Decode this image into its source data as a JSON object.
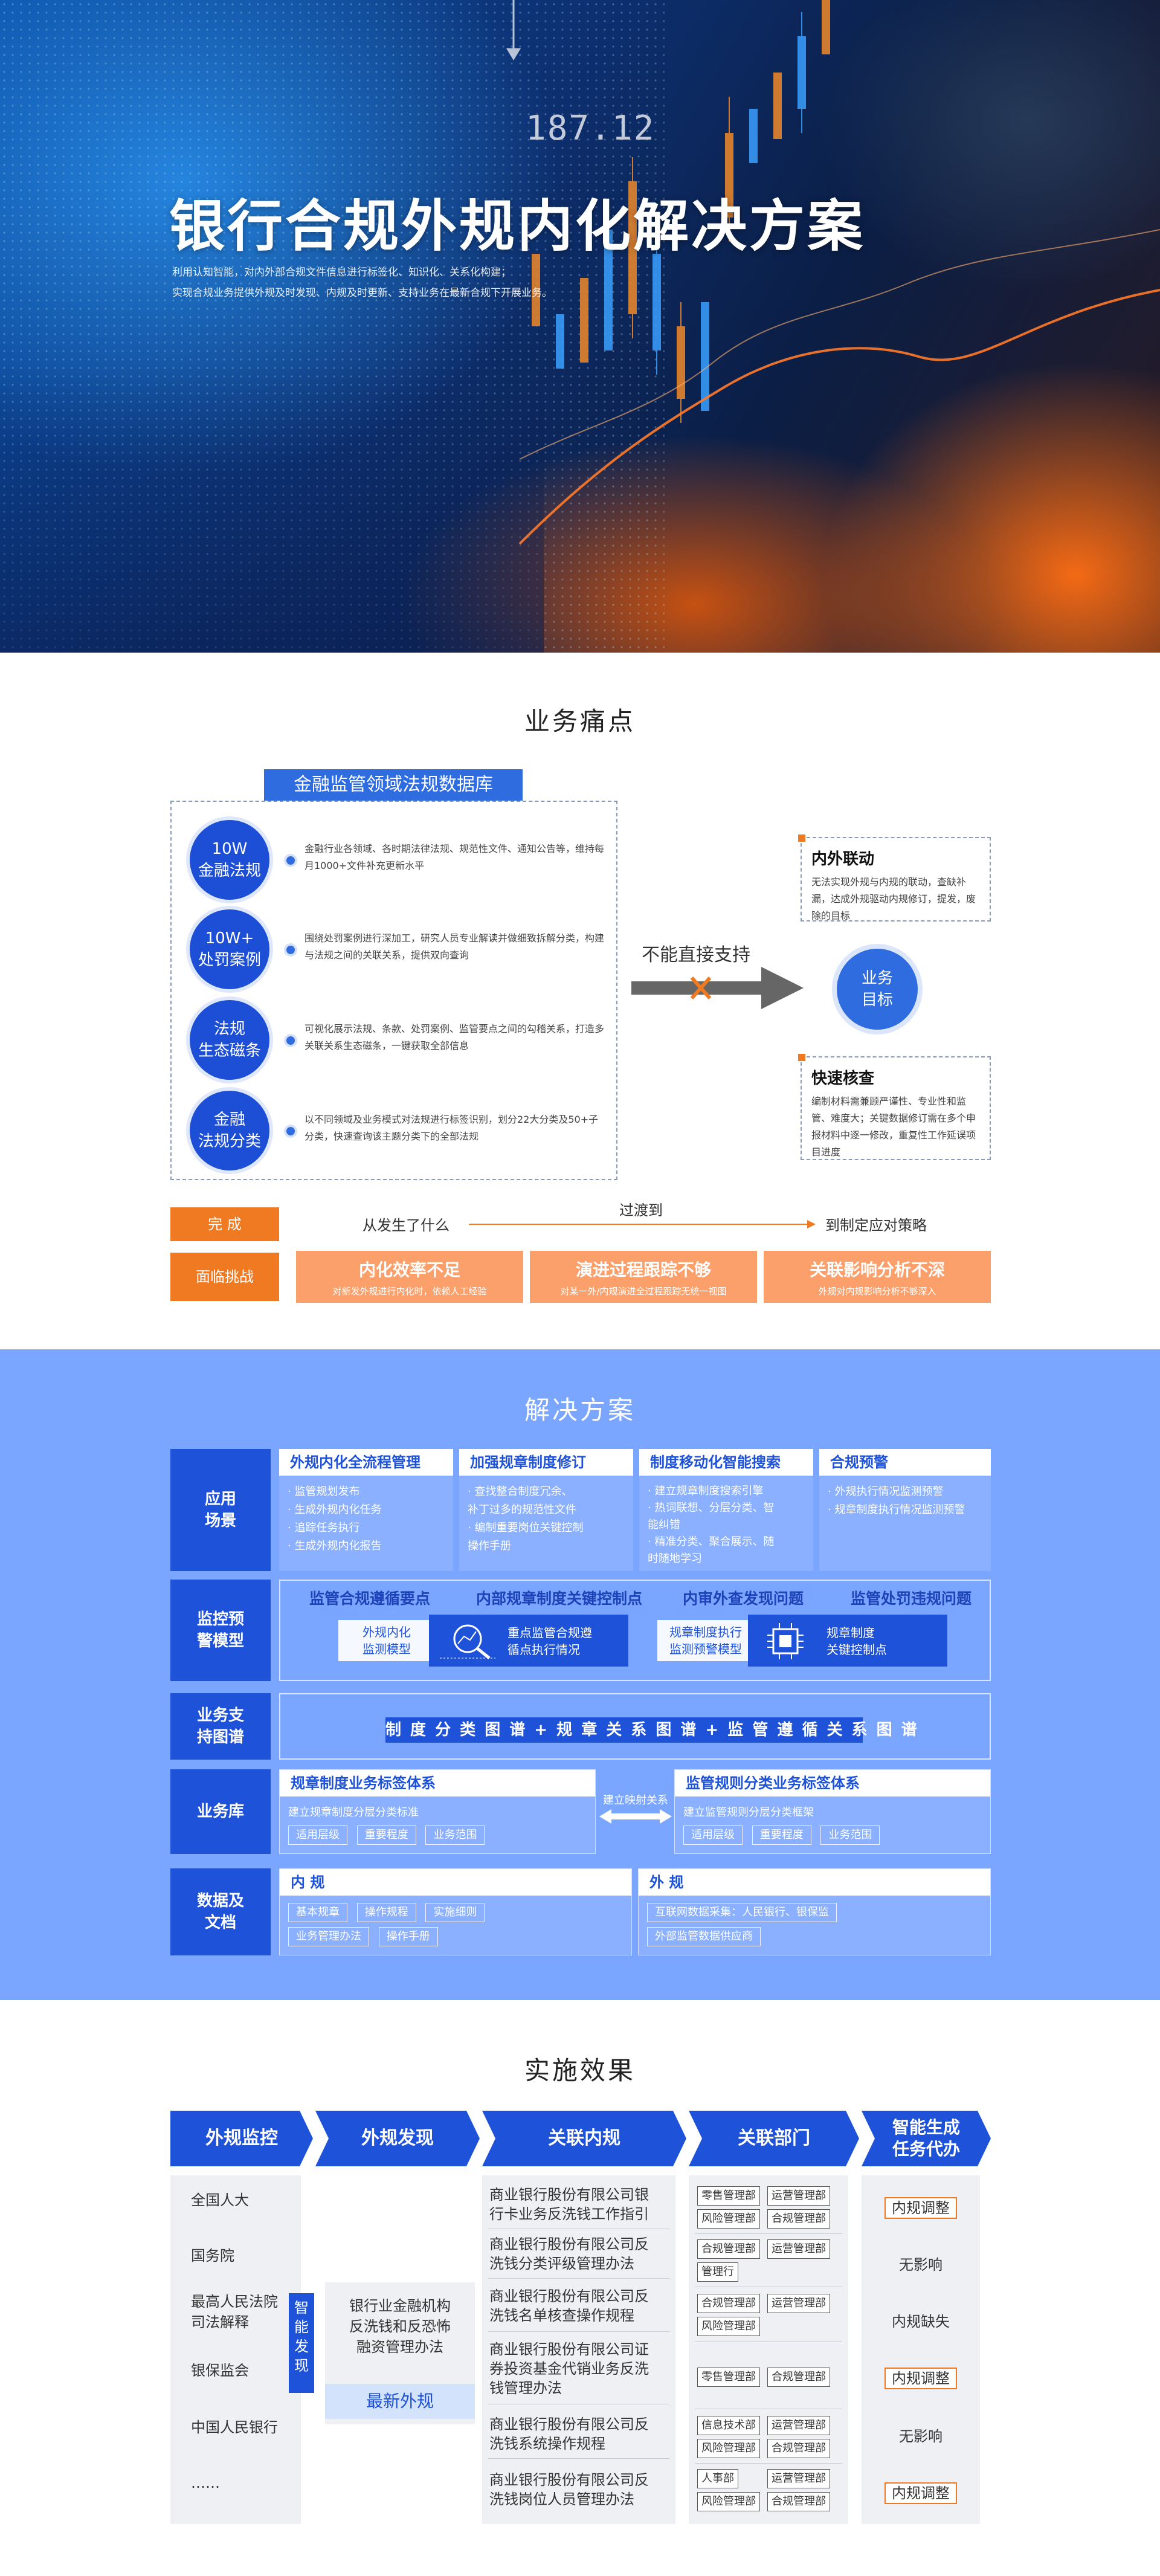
{
  "hero": {
    "price": "187.12",
    "title": "银行合规外规内化解决方案",
    "sub1": "利用认知智能，对内外部合规文件信息进行标签化、知识化、关系化构建；",
    "sub2": "实现合规业务提供外规及时发现、内规及时更新、支持业务在最新合规下开展业务。"
  },
  "pain": {
    "title": "业务痛点",
    "db_title": "金融监管领域法规数据库",
    "rows": [
      {
        "l1": "10W",
        "l2": "金融法规",
        "text": "金融行业各领域、各时期法律法规、规范性文件、通知公告等，维持每月1000+文件补充更新水平"
      },
      {
        "l1": "10W+",
        "l2": "处罚案例",
        "text": "围绕处罚案例进行深加工，研究人员专业解读并做细致拆解分类，构建与法规之间的关联关系，提供双向查询"
      },
      {
        "l1": "法规",
        "l2": "生态磁条",
        "text": "可视化展示法规、条款、处罚案例、监管要点之间的勾稽关系，打造多关联关系生态磁条，一键获取全部信息"
      },
      {
        "l1": "金融",
        "l2": "法规分类",
        "text": "以不同领域及业务模式对法规进行标签识别，划分22大分类及50+子分类，快速查询该主题分类下的全部法规"
      }
    ],
    "arrow_label": "不能直接支持",
    "goal": {
      "l1": "业务",
      "l2": "目标"
    },
    "side1": {
      "title": "内外联动",
      "text": "无法实现外规与内规的联动，查缺补漏，达成外规驱动内规修订，提发，废除的目标"
    },
    "side2": {
      "title": "快速核查",
      "text": "编制材料需兼顾严谨性、专业性和监管、难度大；关键数据修订需在多个申报材料中逐一修改，重复性工作延误项目进度"
    },
    "done_tag": "完 成",
    "from_text": "从发生了什么",
    "transit_text": "过渡到",
    "to_text": "到制定应对策略",
    "face_tag": "面临挑战",
    "challenges": [
      {
        "title": "内化效率不足",
        "sub": "对新发外规进行内化时，依赖人工经验"
      },
      {
        "title": "演进过程跟踪不够",
        "sub": "对某一外/内规演进全过程跟踪无统一视图"
      },
      {
        "title": "关联影响分析不深",
        "sub": "外规对内规影响分析不够深入"
      }
    ]
  },
  "solution": {
    "title": "解决方案",
    "labels": {
      "scene": "应用\n场景",
      "monitor": "监控预\n警模型",
      "graph": "业务支\n持图谱",
      "lib": "业务库",
      "docs": "数据及\n文档"
    },
    "scene_cards": [
      {
        "head": "外规内化全流程管理",
        "items": [
          "· 监管规划发布",
          "· 生成外规内化任务",
          "· 追踪任务执行",
          "· 生成外规内化报告"
        ]
      },
      {
        "head": "加强规章制度修订",
        "items": [
          "· 查找整合制度冗余、",
          "  补丁过多的规范性文件",
          "· 编制重要岗位关键控制",
          "  操作手册"
        ]
      },
      {
        "head": "制度移动化智能搜索",
        "items": [
          "· 建立规章制度搜索引擎",
          "· 热词联想、分层分类、智",
          "  能纠错",
          "· 精准分类、聚合展示、随",
          "  时随地学习"
        ]
      },
      {
        "head": "合规预警",
        "items": [
          "· 外规执行情况监测预警",
          "· 规章制度执行情况监测预警"
        ]
      }
    ],
    "monitor_heads": [
      "监管合规遵循要点",
      "内部规章制度关键控制点",
      "内审外查发现问题",
      "监管处罚违规问题"
    ],
    "monitor_boxes": [
      {
        "white": "外规内化\n监测模型",
        "blue": "重点监管合规遵\n循点执行情况"
      },
      {
        "white": "规章制度执行\n监测预警模型",
        "blue": "规章制度\n关键控制点"
      }
    ],
    "graph_bar": "制 度 分 类 图 谱 + 规 章 关 系 图 谱 + 监 管 遵 循 关 系 图 谱",
    "lib_left": {
      "head": "规章制度业务标签体系",
      "line": "建立规章制度分层分类标准",
      "chips": [
        "适用层级",
        "重要程度",
        "业务范围"
      ]
    },
    "lib_mid": "建立映射关系",
    "lib_right": {
      "head": "监管规则分类业务标签体系",
      "line": "建立监管规则分层分类框架",
      "chips": [
        "适用层级",
        "重要程度",
        "业务范围"
      ]
    },
    "docs_left": {
      "head": "内 规",
      "chips1": [
        "基本规章",
        "操作规程",
        "实施细则"
      ],
      "chips2": [
        "业务管理办法",
        "操作手册"
      ]
    },
    "docs_right": {
      "head": "外 规",
      "chips1": [
        "互联网数据采集：人民银行、银保监"
      ],
      "chips2": [
        "外部监管数据供应商"
      ]
    }
  },
  "effect": {
    "title": "实施效果",
    "heads": [
      "外规监控",
      "外规发现",
      "关联内规",
      "关联部门",
      "智能生成\n任务代办"
    ],
    "sources": [
      "全国人大",
      "国务院",
      "最高人民法院\n司法解释",
      "银保监会",
      "中国人民银行",
      "……"
    ],
    "smart_tag": "智\n能\n发\n现",
    "found_doc": "银行业金融机构\n反洗钱和反恐怖\n融资管理办法",
    "found_tag": "最新外规",
    "rules": [
      "商业银行股份有限公司银\n行卡业务反洗钱工作指引",
      "商业银行股份有限公司反\n洗钱分类评级管理办法",
      "商业银行股份有限公司反\n洗钱名单核查操作规程",
      "商业银行股份有限公司证\n券投资基金代销业务反洗\n钱管理办法",
      "商业银行股份有限公司反\n洗钱系统操作规程",
      "商业银行股份有限公司反\n洗钱岗位人员管理办法"
    ],
    "depts": [
      [
        [
          "零售管理部",
          "运营管理部"
        ],
        [
          "风险管理部",
          "合规管理部"
        ]
      ],
      [
        [
          "合规管理部",
          "运营管理部"
        ],
        [
          "管理行"
        ]
      ],
      [
        [
          "合规管理部",
          "运营管理部"
        ],
        [
          "风险管理部"
        ]
      ],
      [
        [
          "零售管理部",
          "合规管理部"
        ]
      ],
      [
        [
          "信息技术部",
          "运营管理部"
        ],
        [
          "风险管理部",
          "合规管理部"
        ]
      ],
      [
        [
          "人事部",
          "运营管理部"
        ],
        [
          "风险管理部",
          "合规管理部"
        ]
      ]
    ],
    "results": [
      {
        "text": "内规调整",
        "boxed": true
      },
      {
        "text": "无影响",
        "boxed": false
      },
      {
        "text": "内规缺失",
        "boxed": false
      },
      {
        "text": "内规调整",
        "boxed": true
      },
      {
        "text": "无影响",
        "boxed": false
      },
      {
        "text": "内规调整",
        "boxed": true
      }
    ]
  }
}
